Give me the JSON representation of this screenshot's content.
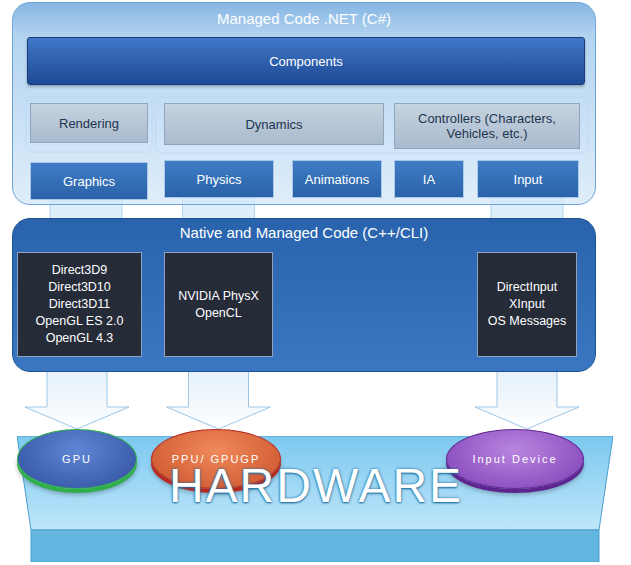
{
  "diagram": {
    "nodes": [
      {
        "text": [
          "Managed Code .NET (C#)"
        ]
      },
      {
        "text": [
          "Components"
        ],
        "in": 0
      },
      {
        "text": [
          "Rendering"
        ],
        "in": 0
      },
      {
        "text": [
          "Dynamics"
        ],
        "in": 0
      },
      {
        "text": [
          "Controllers (Characters, Vehicles, etc.)"
        ],
        "in": 0
      },
      {
        "text": [
          "Graphics"
        ],
        "in": 0
      },
      {
        "text": [
          "Physics"
        ],
        "in": 0
      },
      {
        "text": [
          "Animations"
        ],
        "in": 0
      },
      {
        "text": [
          "IA"
        ],
        "in": 0
      },
      {
        "text": [
          "Input"
        ],
        "in": 0
      },
      {
        "text": [
          "Native and Managed Code (C++/CLI)"
        ]
      },
      {
        "text": [
          "Direct3D9",
          "Direct3D10",
          "Direct3D11",
          "OpenGL ES 2.0",
          "OpenGL 4.3"
        ],
        "in": 10
      },
      {
        "text": [
          "NVIDIA PhysX",
          "OpenCL"
        ],
        "in": 10
      },
      {
        "text": [
          "DirectInput",
          "XInput",
          "OS Messages"
        ],
        "in": 10
      },
      {
        "text": [
          "HARDWARE"
        ]
      },
      {
        "text": [
          "GPU"
        ],
        "in": 14
      },
      {
        "text": [
          "PPU/ GPUGP"
        ],
        "in": 14
      },
      {
        "text": [
          "Input Device"
        ],
        "in": 14
      }
    ],
    "edges": [
      {
        "from": 5,
        "to": 11,
        "arrow": "none"
      },
      {
        "from": 6,
        "to": 12,
        "arrow": "none"
      },
      {
        "from": 9,
        "to": 13,
        "arrow": "none"
      },
      {
        "from": 11,
        "to": 15,
        "arrow": "to"
      },
      {
        "from": 12,
        "to": 16,
        "arrow": "to"
      },
      {
        "from": 13,
        "to": 17,
        "arrow": "to"
      }
    ]
  }
}
